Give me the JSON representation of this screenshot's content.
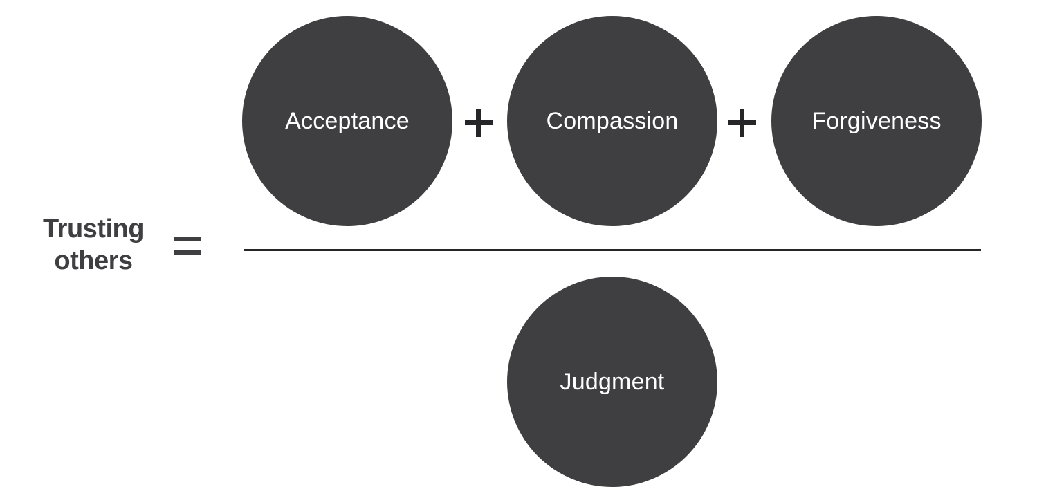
{
  "equation": {
    "lhs_line1": "Trusting",
    "lhs_line2": "others",
    "numerator": [
      "Acceptance",
      "Compassion",
      "Forgiveness"
    ],
    "denominator": "Judgment"
  },
  "colors": {
    "circle_fill": "#3f3e41",
    "circle_text": "#ffffff",
    "operator": "#262527",
    "lhs_text": "#3f3e41",
    "background": "#ffffff"
  }
}
